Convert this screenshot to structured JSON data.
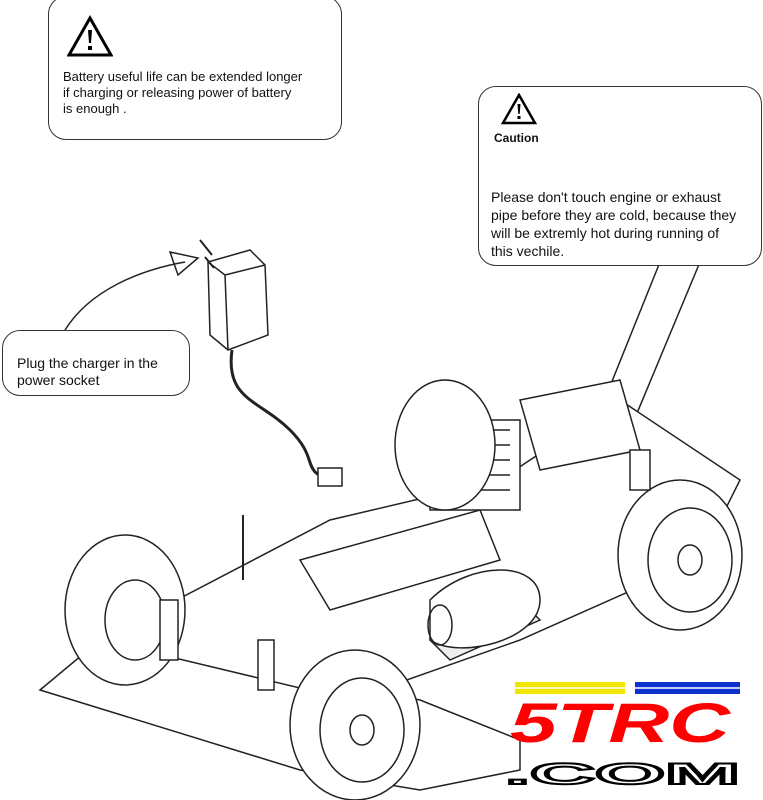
{
  "battery_note": {
    "icon": "warning-triangle-icon",
    "text": [
      "Battery useful life can be extended longer",
      "if charging or releasing power of battery",
      "is enough ."
    ]
  },
  "caution_note": {
    "icon": "warning-triangle-icon",
    "title": "Caution",
    "text": [
      "Please don't touch engine or exhaust",
      "pipe before they are cold, because they",
      "will be extremly hot during running of",
      "this vechile."
    ]
  },
  "plug_note": {
    "text": [
      "Plug the charger in the",
      "power socket"
    ]
  },
  "logo": {
    "text": "5TRC.COM",
    "colors": {
      "yellow": "#f2e600",
      "red": "#ff0000",
      "blue": "#1030d0"
    }
  }
}
